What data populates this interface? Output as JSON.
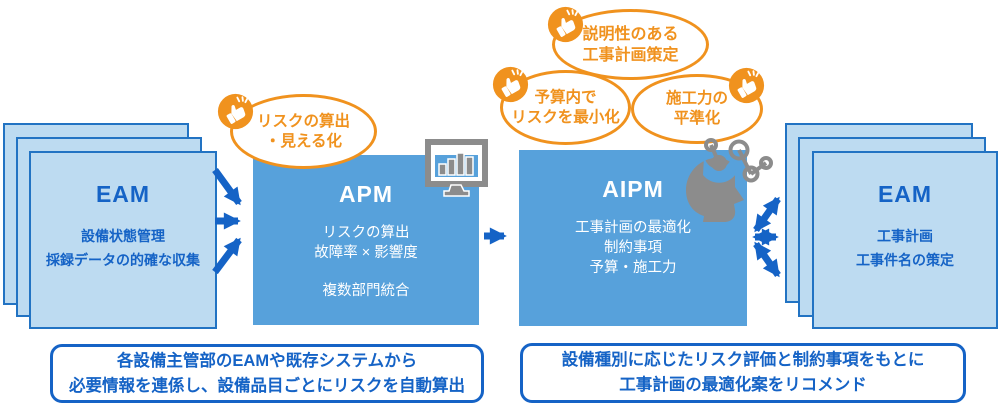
{
  "nodes": {
    "eam_left": {
      "title": "EAM",
      "lines": [
        "設備状態管理",
        "採録データの的確な収集"
      ]
    },
    "apm": {
      "title": "APM",
      "lines": [
        "リスクの算出",
        "故障率 × 影響度",
        "複数部門統合"
      ]
    },
    "aipm": {
      "title": "AIPM",
      "lines": [
        "工事計画の最適化",
        "制約事項",
        "予算・施工力"
      ]
    },
    "eam_right": {
      "title": "EAM",
      "lines": [
        "工事計画",
        "工事件名の策定"
      ]
    }
  },
  "bubbles": {
    "apm_benefit": {
      "lines": [
        "リスクの算出",
        "・見える化"
      ]
    },
    "aipm_top": {
      "lines": [
        "説明性のある",
        "工事計画策定"
      ]
    },
    "aipm_left": {
      "lines": [
        "予算内で",
        "リスクを最小化"
      ]
    },
    "aipm_right": {
      "lines": [
        "施工力の",
        "平準化"
      ]
    }
  },
  "notes": {
    "left": {
      "lines": [
        "各設備主管部のEAMや既存システムから",
        "必要情報を連係し、設備品目ごとにリスクを自動算出"
      ]
    },
    "right": {
      "lines": [
        "設備種別に応じたリスク評価と制約事項をもとに",
        "工事計画の最適化案をリコメンド"
      ]
    }
  },
  "icons": {
    "thumbs_up": "thumbs-up",
    "monitor_chart": "monitor-with-bar-chart",
    "ai_head": "ai-head-with-network"
  },
  "colors": {
    "deep_blue": "#1563C6",
    "box_blue": "#57A1DB",
    "card_blue": "#BDDBF1",
    "card_border": "#2273C3",
    "orange": "#F0921E",
    "gray": "#8C8C8C",
    "white": "#FFFFFF"
  }
}
